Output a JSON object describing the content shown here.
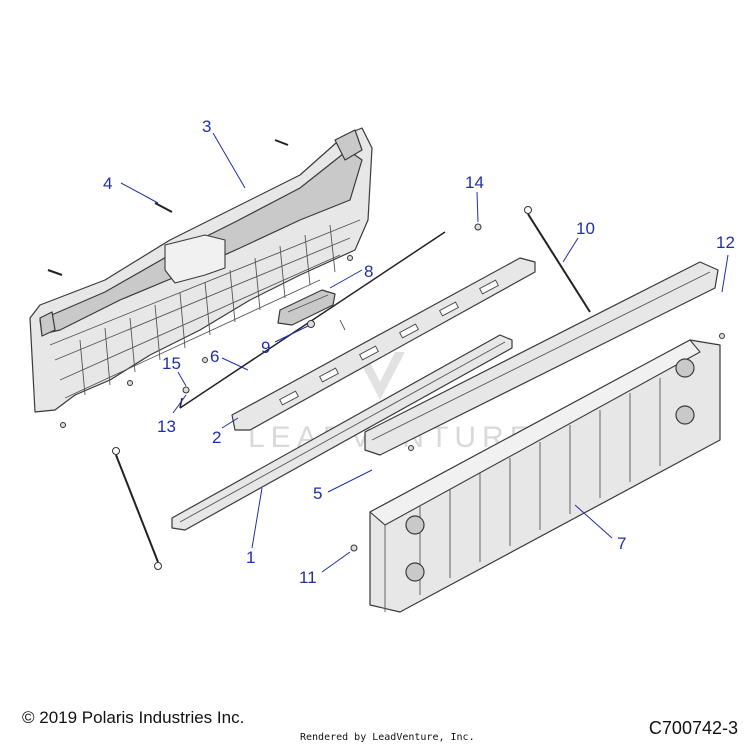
{
  "callouts": {
    "c1": "1",
    "c2": "2",
    "c3": "3",
    "c4": "4",
    "c5": "5",
    "c6": "6",
    "c7": "7",
    "c8": "8",
    "c9": "9",
    "c10": "10",
    "c11": "11",
    "c12": "12",
    "c13": "13",
    "c14": "14",
    "c15": "15"
  },
  "watermark": "LEADVENTURE",
  "footer": {
    "copyright": "© 2019 Polaris Industries Inc.",
    "diagram_code": "C700742-3",
    "rendered_by": "Rendered by LeadVenture, Inc."
  },
  "colors": {
    "callout": "#1f2fa8",
    "line": "#3a3a3a",
    "fill": "#e7e7e7"
  }
}
